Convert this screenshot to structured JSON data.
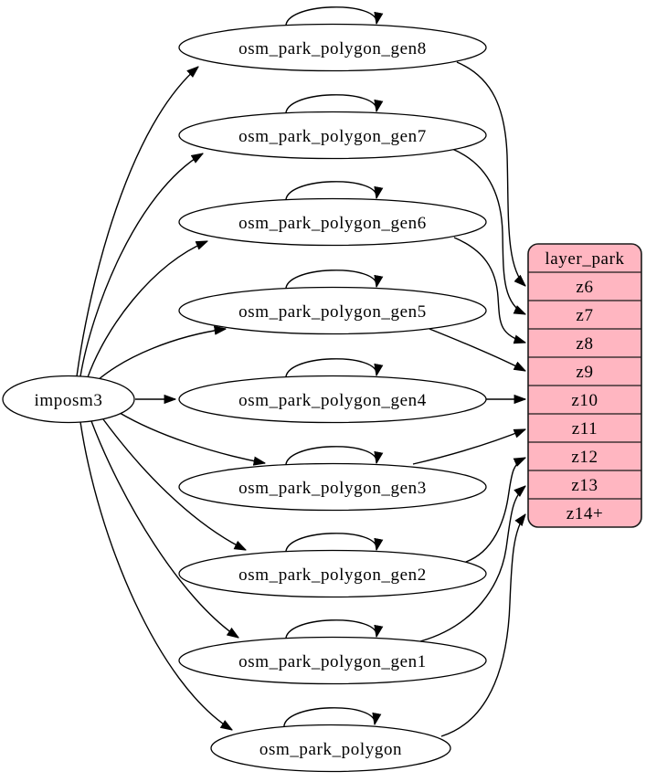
{
  "nodes": {
    "imposm3": "imposm3",
    "gen8": "osm_park_polygon_gen8",
    "gen7": "osm_park_polygon_gen7",
    "gen6": "osm_park_polygon_gen6",
    "gen5": "osm_park_polygon_gen5",
    "gen4": "osm_park_polygon_gen4",
    "gen3": "osm_park_polygon_gen3",
    "gen2": "osm_park_polygon_gen2",
    "gen1": "osm_park_polygon_gen1",
    "polygon": "osm_park_polygon"
  },
  "layer": {
    "title": "layer_park",
    "rows": [
      "z6",
      "z7",
      "z8",
      "z9",
      "z10",
      "z11",
      "z12",
      "z13",
      "z14+"
    ]
  },
  "edges": {
    "from_source": [
      {
        "from": "imposm3",
        "to": "osm_park_polygon_gen8"
      },
      {
        "from": "imposm3",
        "to": "osm_park_polygon_gen7"
      },
      {
        "from": "imposm3",
        "to": "osm_park_polygon_gen6"
      },
      {
        "from": "imposm3",
        "to": "osm_park_polygon_gen5"
      },
      {
        "from": "imposm3",
        "to": "osm_park_polygon_gen4"
      },
      {
        "from": "imposm3",
        "to": "osm_park_polygon_gen3"
      },
      {
        "from": "imposm3",
        "to": "osm_park_polygon_gen2"
      },
      {
        "from": "imposm3",
        "to": "osm_park_polygon_gen1"
      },
      {
        "from": "imposm3",
        "to": "osm_park_polygon"
      }
    ],
    "self_loops": [
      "osm_park_polygon_gen8",
      "osm_park_polygon_gen7",
      "osm_park_polygon_gen6",
      "osm_park_polygon_gen5",
      "osm_park_polygon_gen4",
      "osm_park_polygon_gen3",
      "osm_park_polygon_gen2",
      "osm_park_polygon_gen1",
      "osm_park_polygon"
    ],
    "to_layer": [
      {
        "from": "osm_park_polygon_gen8",
        "to": "z6"
      },
      {
        "from": "osm_park_polygon_gen7",
        "to": "z7"
      },
      {
        "from": "osm_park_polygon_gen6",
        "to": "z8"
      },
      {
        "from": "osm_park_polygon_gen5",
        "to": "z9"
      },
      {
        "from": "osm_park_polygon_gen4",
        "to": "z10"
      },
      {
        "from": "osm_park_polygon_gen3",
        "to": "z11"
      },
      {
        "from": "osm_park_polygon_gen2",
        "to": "z12"
      },
      {
        "from": "osm_park_polygon_gen1",
        "to": "z13"
      },
      {
        "from": "osm_park_polygon",
        "to": "z14+"
      }
    ]
  },
  "colors": {
    "layer_fill": "#ffb6c1",
    "node_fill": "#ffffff",
    "stroke": "#000000",
    "background": "#ffffff"
  }
}
